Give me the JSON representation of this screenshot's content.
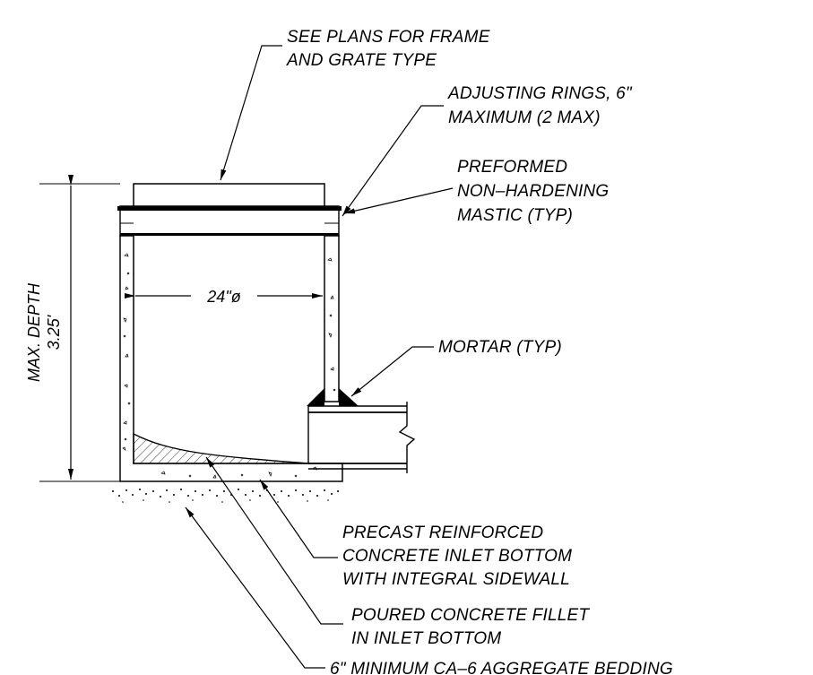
{
  "labels": {
    "frame_grate": [
      "SEE PLANS FOR FRAME",
      "AND GRATE TYPE"
    ],
    "adjusting_rings": [
      "ADJUSTING RINGS, 6\"",
      "MAXIMUM (2 MAX)"
    ],
    "mastic": [
      "PREFORMED",
      "NON–HARDENING",
      "MASTIC (TYP)"
    ],
    "mortar": "MORTAR (TYP)",
    "inlet_bottom": [
      "PRECAST REINFORCED",
      "CONCRETE INLET BOTTOM",
      "WITH INTEGRAL SIDEWALL"
    ],
    "fillet": [
      "POURED CONCRETE FILLET",
      "IN INLET BOTTOM"
    ],
    "bedding": "6\" MINIMUM CA–6 AGGREGATE BEDDING"
  },
  "dimensions": {
    "diameter": "24\"ø",
    "max_depth_label": "MAX. DEPTH",
    "max_depth_value": "3.25'"
  },
  "colors": {
    "line": "#000000",
    "background": "#ffffff"
  }
}
